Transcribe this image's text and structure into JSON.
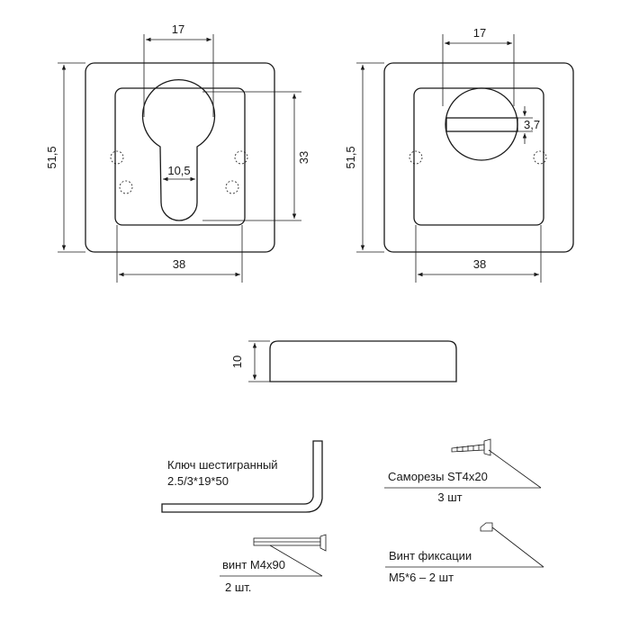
{
  "drawing": {
    "cylinder_rosette": {
      "width": "17",
      "height": "51,5",
      "cutout_height": "33",
      "slot_width": "10,5",
      "base_width": "38"
    },
    "wc_rosette": {
      "width": "17",
      "height": "51,5",
      "slot_height": "3,7",
      "base_width": "38"
    },
    "side_view": {
      "thickness": "10"
    }
  },
  "parts": {
    "hex_key": {
      "line1": "Ключ шестигранный",
      "line2": "2.5/3*19*50"
    },
    "screws": {
      "line1": "Саморезы ST4x20",
      "line2": "3 шт"
    },
    "bolt": {
      "line1": "винт М4x90",
      "line2": "2 шт."
    },
    "set_screw": {
      "line1": "Винт фиксации",
      "line2": "M5*6 – 2 шт"
    }
  }
}
